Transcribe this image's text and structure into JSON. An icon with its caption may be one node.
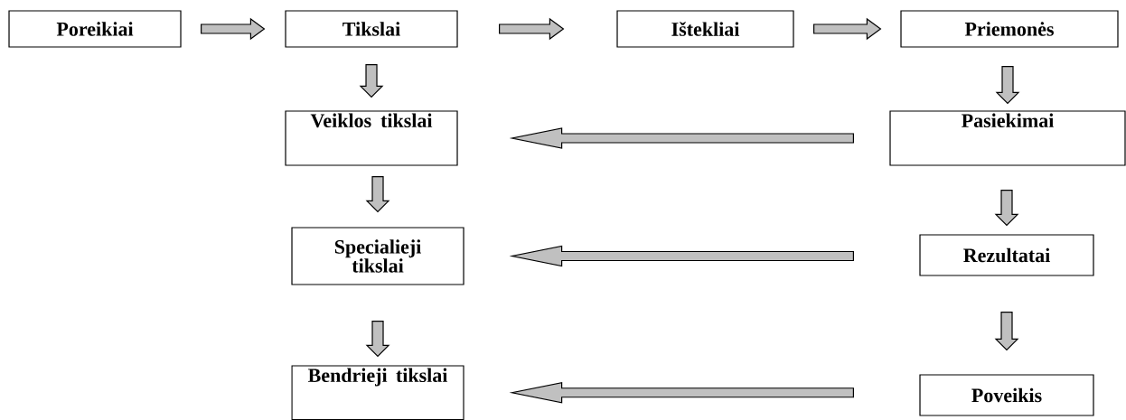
{
  "diagram": {
    "nodes": [
      {
        "text": [
          "Poreikiai"
        ]
      },
      {
        "text": [
          "Tikslai"
        ]
      },
      {
        "text": [
          "Ištekliai"
        ]
      },
      {
        "text": [
          "Priemonės"
        ]
      },
      {
        "text": [
          "Veiklos tikslai"
        ]
      },
      {
        "text": [
          "Pasiekimai"
        ]
      },
      {
        "text": [
          "Specialieji tikslai"
        ]
      },
      {
        "text": [
          "Rezultatai"
        ]
      },
      {
        "text": [
          "Bendrieji tikslai"
        ]
      },
      {
        "text": [
          "Poveikis"
        ]
      }
    ],
    "edges": [
      {
        "from": 0,
        "to": 1,
        "arrow": "to"
      },
      {
        "from": 1,
        "to": 2,
        "arrow": "to"
      },
      {
        "from": 2,
        "to": 3,
        "arrow": "to"
      },
      {
        "from": 1,
        "to": 4,
        "arrow": "to"
      },
      {
        "from": 3,
        "to": 5,
        "arrow": "to"
      },
      {
        "from": 5,
        "to": 4,
        "arrow": "to"
      },
      {
        "from": 4,
        "to": 6,
        "arrow": "to"
      },
      {
        "from": 5,
        "to": 7,
        "arrow": "to"
      },
      {
        "from": 7,
        "to": 6,
        "arrow": "to"
      },
      {
        "from": 6,
        "to": 8,
        "arrow": "to"
      },
      {
        "from": 7,
        "to": 9,
        "arrow": "to"
      },
      {
        "from": 9,
        "to": 8,
        "arrow": "to"
      }
    ]
  }
}
